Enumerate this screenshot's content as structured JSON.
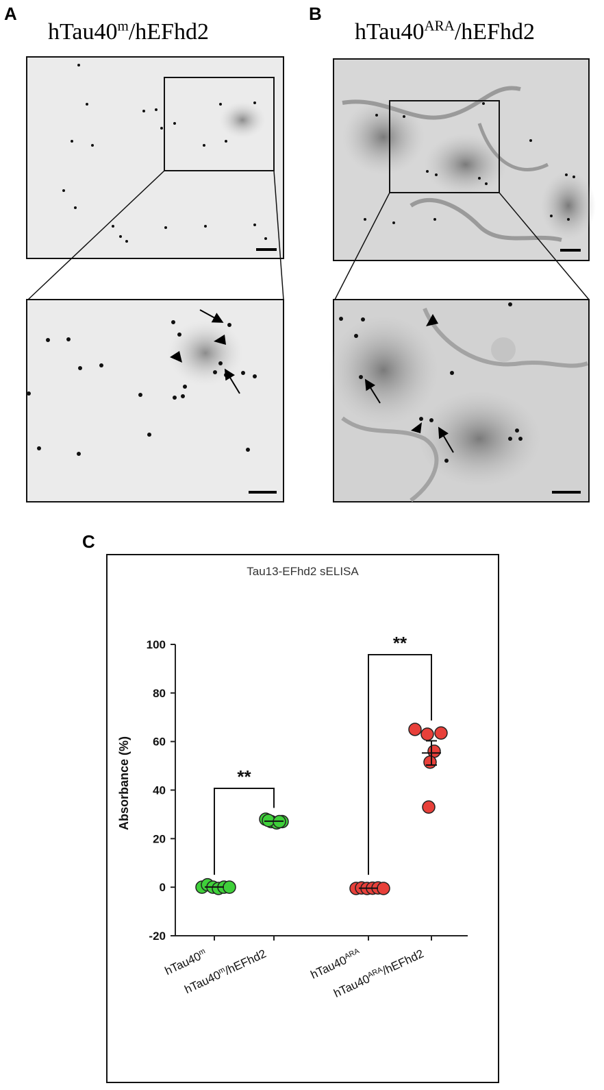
{
  "panels": {
    "a": {
      "letter": "A",
      "title_base": "hTau40",
      "title_sup": "m",
      "title_rest": "/hEFhd2"
    },
    "b": {
      "letter": "B",
      "title_base": "hTau40",
      "title_sup": "ARA",
      "title_rest": "/hEFhd2"
    },
    "c": {
      "letter": "C"
    }
  },
  "colors": {
    "green": "#3fd03a",
    "red": "#e8403a",
    "frame": "#111111",
    "em_background": "#e6e6e6"
  },
  "chart_data": {
    "type": "scatter",
    "title": "Tau13-EFhd2 sELISA",
    "ylabel": "Absorbance (%)",
    "xlabel": "",
    "ylim": [
      -20,
      100
    ],
    "yticks": [
      -20,
      0,
      20,
      40,
      60,
      80,
      100
    ],
    "categories": [
      {
        "base": "hTau40",
        "sup": "m",
        "rest": ""
      },
      {
        "base": "hTau40",
        "sup": "m",
        "rest": "/hEFhd2"
      },
      {
        "base": "hTau40",
        "sup": "ARA",
        "rest": ""
      },
      {
        "base": "hTau40",
        "sup": "ARA",
        "rest": "/hEFhd2"
      }
    ],
    "series": [
      {
        "color": "#3fd03a",
        "values": [
          [
            0,
            1,
            0,
            -0.5,
            0,
            0
          ],
          [
            28,
            27,
            26.5,
            27,
            27.5,
            27
          ]
        ],
        "means": [
          0.1,
          27.2
        ]
      },
      {
        "color": "#e8403a",
        "values": [
          [
            -0.5,
            -0.3,
            -0.5,
            -0.4,
            -0.3,
            -0.5
          ],
          [
            65,
            63,
            63.5,
            56,
            51.5,
            33
          ]
        ],
        "means": [
          -0.4,
          55.3
        ],
        "sem": [
          null,
          5
        ]
      }
    ],
    "significance": [
      {
        "pair": [
          0,
          1
        ],
        "label": "**"
      },
      {
        "pair": [
          2,
          3
        ],
        "label": "**"
      }
    ]
  }
}
